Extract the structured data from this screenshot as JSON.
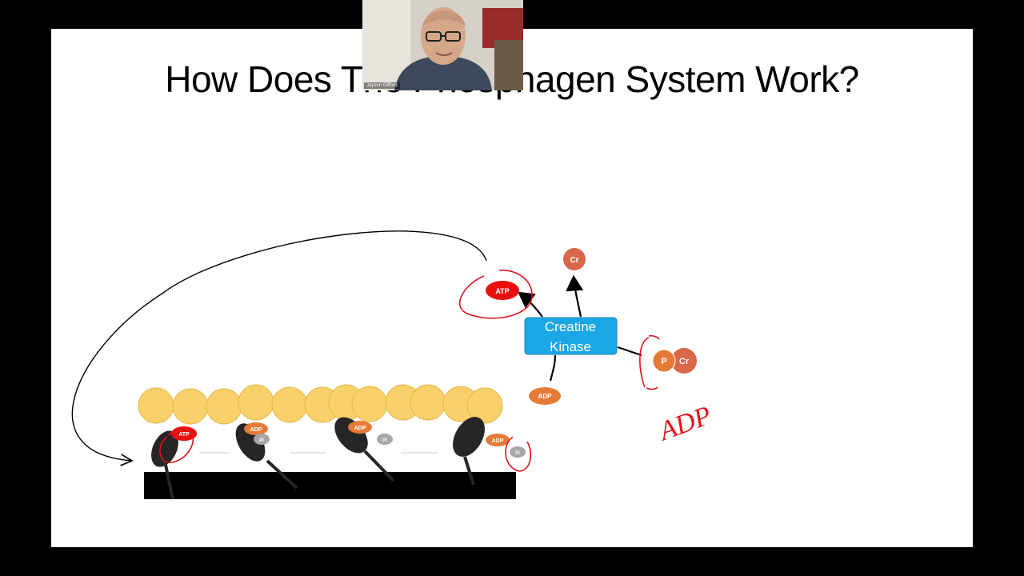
{
  "slide": {
    "title": "How Does The Phosphagen System Work?"
  },
  "webcam": {
    "participant_name": "Jayson Gifford"
  },
  "diagram": {
    "enzyme_label_line1": "Creatine",
    "enzyme_label_line2": "Kinase",
    "molecules": {
      "atp_top": "ATP",
      "cr": "Cr",
      "p": "P",
      "cr_bound": "Cr",
      "adp_input": "ADP",
      "atp_myosin": "ATP",
      "adp_myosin_2": "ADP",
      "pi_myosin_2": "Pi",
      "adp_myosin_3": "ADP",
      "pi_myosin_3": "Pi",
      "adp_myosin_4": "ADP",
      "pi_myosin_4": "Pi"
    },
    "handwritten_note": "ADP"
  },
  "colors": {
    "atp": "#e8110f",
    "adp": "#e57a37",
    "cr": "#d9674a",
    "pi": "#a6a6a6",
    "enzyme": "#1ba6e6",
    "actin": "#f8d16b",
    "myosin": "#262626",
    "ink": "#e0141a"
  }
}
